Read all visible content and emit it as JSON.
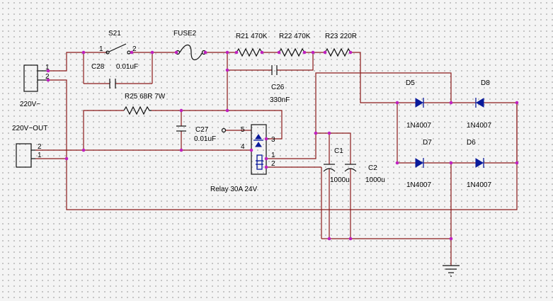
{
  "labels": {
    "s21": "S21",
    "fuse2": "FUSE2",
    "r21": "R21 470K",
    "r22": "R22 470K",
    "r23": "R23 220R",
    "c28": "C28",
    "c28_val": "0.01uF",
    "c26": "C26",
    "c26_val": "330nF",
    "r25": "R25 68R 7W",
    "c27": "C27",
    "c27_val": "0.01uF",
    "relay": "Relay 30A 24V",
    "in_conn": "220V~",
    "out_conn": "220V~OUT",
    "d5": "D5",
    "d8": "D8",
    "d7": "D7",
    "d6": "D6",
    "d5_part": "1N4007",
    "d8_part": "1N4007",
    "d7_part": "1N4007",
    "d6_part": "1N4007",
    "c1": "C1",
    "c1_val": "1000u",
    "c2": "C2",
    "c2_val": "1000u"
  },
  "pins": {
    "one": "1",
    "two": "2",
    "three": "3",
    "four": "4",
    "five": "5"
  }
}
